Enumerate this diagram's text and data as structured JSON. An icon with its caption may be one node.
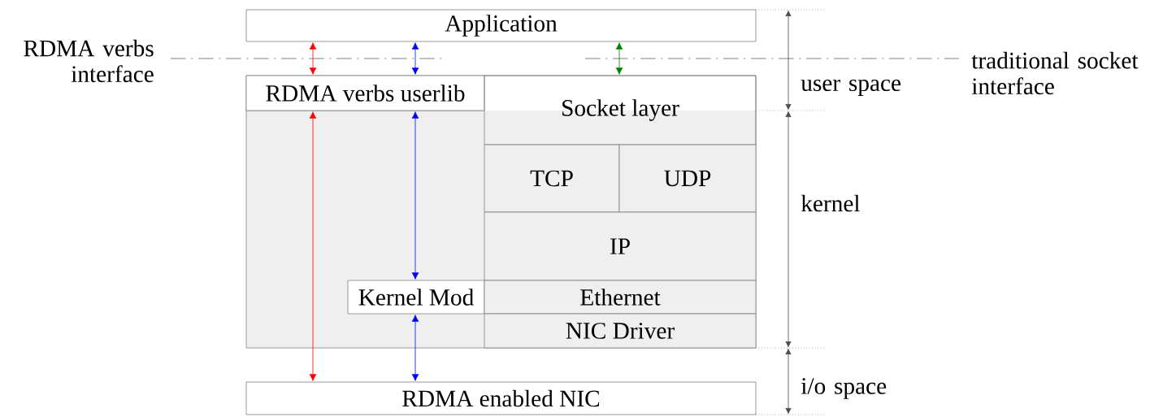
{
  "diagram": {
    "nodes": [
      {
        "text": [
          "Application"
        ]
      },
      {
        "text": [
          "RDMA verbs userlib"
        ]
      },
      {
        "text": [
          "Socket layer"
        ]
      },
      {
        "text": [
          "TCP"
        ]
      },
      {
        "text": [
          "UDP"
        ]
      },
      {
        "text": [
          "IP"
        ]
      },
      {
        "text": [
          "Kernel Mod"
        ]
      },
      {
        "text": [
          "Ethernet"
        ]
      },
      {
        "text": [
          "NIC Driver"
        ]
      },
      {
        "text": [
          "RDMA enabled NIC"
        ]
      }
    ],
    "edges": [
      {
        "from": 0,
        "to": 1,
        "arrow": "both",
        "color": "#ff0000"
      },
      {
        "from": 0,
        "to": 1,
        "arrow": "both",
        "color": "#0000ff"
      },
      {
        "from": 0,
        "to": 2,
        "arrow": "both",
        "color": "#008000"
      },
      {
        "from": 1,
        "to": 9,
        "arrow": "both",
        "color": "#ff0000"
      },
      {
        "from": 1,
        "to": 6,
        "arrow": "both",
        "color": "#0000ff"
      },
      {
        "from": 6,
        "to": 9,
        "arrow": "both",
        "color": "#0000ff"
      }
    ],
    "labels": [
      "RDMA verbs interface",
      "traditional socket interface",
      "user space",
      "kernel",
      "i/o space"
    ]
  }
}
